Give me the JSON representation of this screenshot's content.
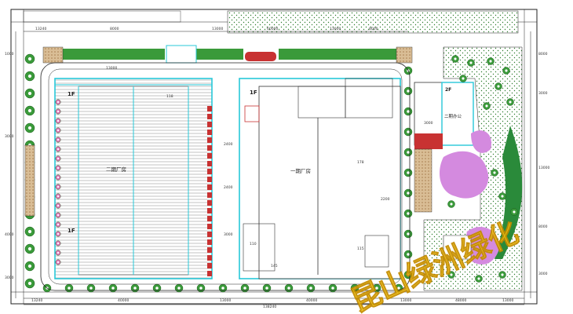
{
  "buildings": {
    "phase2_floor": "1F",
    "phase2_name": "二期厂房",
    "phase1_floor": "1F",
    "phase1_name": "一期厂房",
    "annex_floor": "2F",
    "annex_name": "二期办公"
  },
  "watermark": "昆山绿洲绿化",
  "dimensions": {
    "top": [
      "13240",
      "8000",
      "13000",
      "60000",
      "13000",
      "8000"
    ],
    "bottom": [
      "13240",
      "40000",
      "13000",
      "40000",
      "13000",
      "48000",
      "13000"
    ],
    "bottom_total": "138240",
    "left": [
      "1000",
      "3000",
      "4000",
      "3000"
    ],
    "right": [
      "8000",
      "3000",
      "13000",
      "8000",
      "3000"
    ],
    "inner": [
      "2400",
      "2400",
      "3000",
      "2200",
      "178",
      "110",
      "118",
      "115",
      "145",
      "3000",
      "13000"
    ]
  },
  "colors": {
    "lawn": "#9ccf7a",
    "lawn_dot": "#2f7d2f",
    "tree": "#3a9a3a",
    "pink_shrub": "#e07ab8",
    "violet_bed": "#d48adf",
    "cyan_wall": "#28c8d8",
    "red_planting": "#c83232",
    "brown_path": "#c4a27a",
    "line": "#222222",
    "watermark": "#f1c40f",
    "watermark_stroke": "#c38a00"
  }
}
